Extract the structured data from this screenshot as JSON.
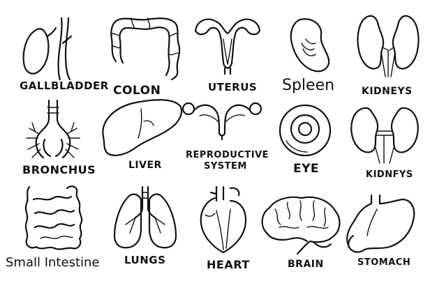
{
  "organs": [
    {
      "id": "gallbladder",
      "label": "GALLBLADDER",
      "icon": "gallbladder-icon"
    },
    {
      "id": "colon",
      "label": "COLON",
      "icon": "colon-icon"
    },
    {
      "id": "uterus",
      "label": "UTERUS",
      "icon": "uterus-icon"
    },
    {
      "id": "spleen",
      "label": "Spleen",
      "icon": "spleen-icon"
    },
    {
      "id": "kidneys_top",
      "label": "KIDNEYS",
      "icon": "kidneys-icon"
    },
    {
      "id": "bronchus",
      "label": "BRONCHUS",
      "icon": "bronchus-icon"
    },
    {
      "id": "liver",
      "label": "LIVER",
      "icon": "liver-icon"
    },
    {
      "id": "reproductive",
      "label_line1": "REPRODUCTIVE",
      "label_line2": "SYSTEM",
      "icon": "reproductive-system-icon"
    },
    {
      "id": "eye",
      "label": "EYE",
      "icon": "eye-icon"
    },
    {
      "id": "kidneys_bottom",
      "label": "KIDNFYS",
      "icon": "kidneys-icon"
    },
    {
      "id": "small_intestine",
      "label": "Small Intestine",
      "icon": "small-intestine-icon"
    },
    {
      "id": "lungs",
      "label": "LUNGS",
      "icon": "lungs-icon"
    },
    {
      "id": "heart",
      "label": "HEART",
      "icon": "heart-icon"
    },
    {
      "id": "brain",
      "label": "BRAIN",
      "icon": "brain-icon"
    },
    {
      "id": "stomach",
      "label": "STOMACH",
      "icon": "stomach-icon"
    }
  ],
  "colors": {
    "background": "#ffffff",
    "ink": "#111111"
  }
}
